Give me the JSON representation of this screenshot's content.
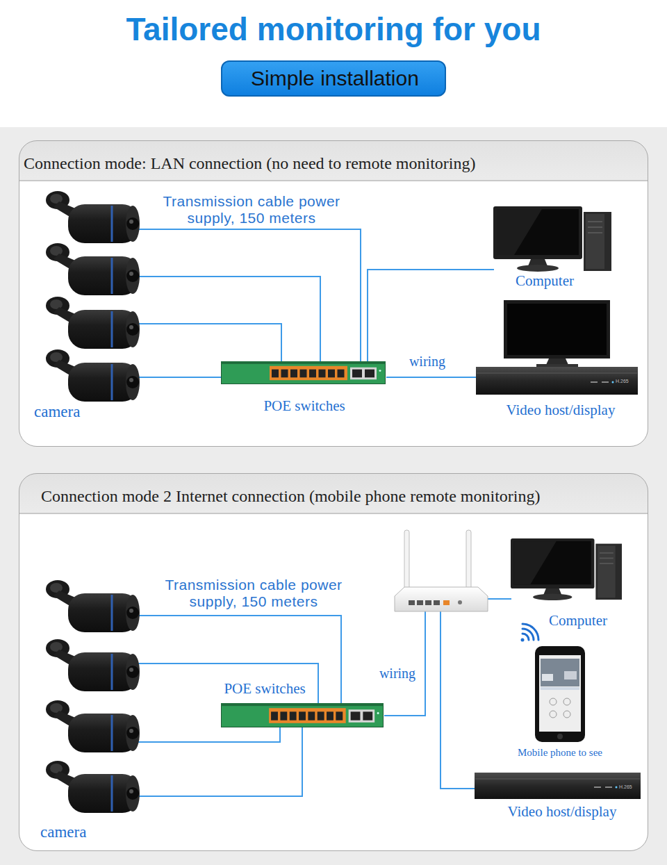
{
  "diagram": {
    "title": "Tailored monitoring for you",
    "nodes": [
      {
        "text": [
          "Simple installation"
        ]
      },
      {
        "text": [
          "Connection mode: LAN connection (no need to remote monitoring)"
        ]
      },
      {
        "text": [
          "POE switches"
        ],
        "in": 1
      },
      {
        "text": [
          "Computer"
        ],
        "in": 1
      },
      {
        "text": [
          "Video host/display"
        ],
        "in": 1
      },
      {
        "text": [
          "Connection mode 2 Internet connection (mobile phone remote monitoring)"
        ]
      },
      {
        "text": [
          "POE switches"
        ],
        "in": 5
      },
      {
        "text": [
          "Computer"
        ],
        "in": 5
      },
      {
        "text": [
          "Mobile phone to see"
        ],
        "in": 5
      },
      {
        "text": [
          "Video host/display"
        ],
        "in": 5
      }
    ],
    "edges": [
      {
        "from": 2,
        "to": 3,
        "arrow": "none"
      },
      {
        "from": 2,
        "to": 4,
        "label": "wiring",
        "arrow": "none"
      },
      {
        "from": 6,
        "to": 7,
        "arrow": "none"
      },
      {
        "from": 6,
        "to": 9,
        "arrow": "none"
      }
    ],
    "labels": [
      "Transmission cable power supply, 150 meters",
      "H.265",
      "camera",
      "Transmission cable power supply, 150 meters",
      "wiring",
      "H.265",
      "camera"
    ]
  }
}
